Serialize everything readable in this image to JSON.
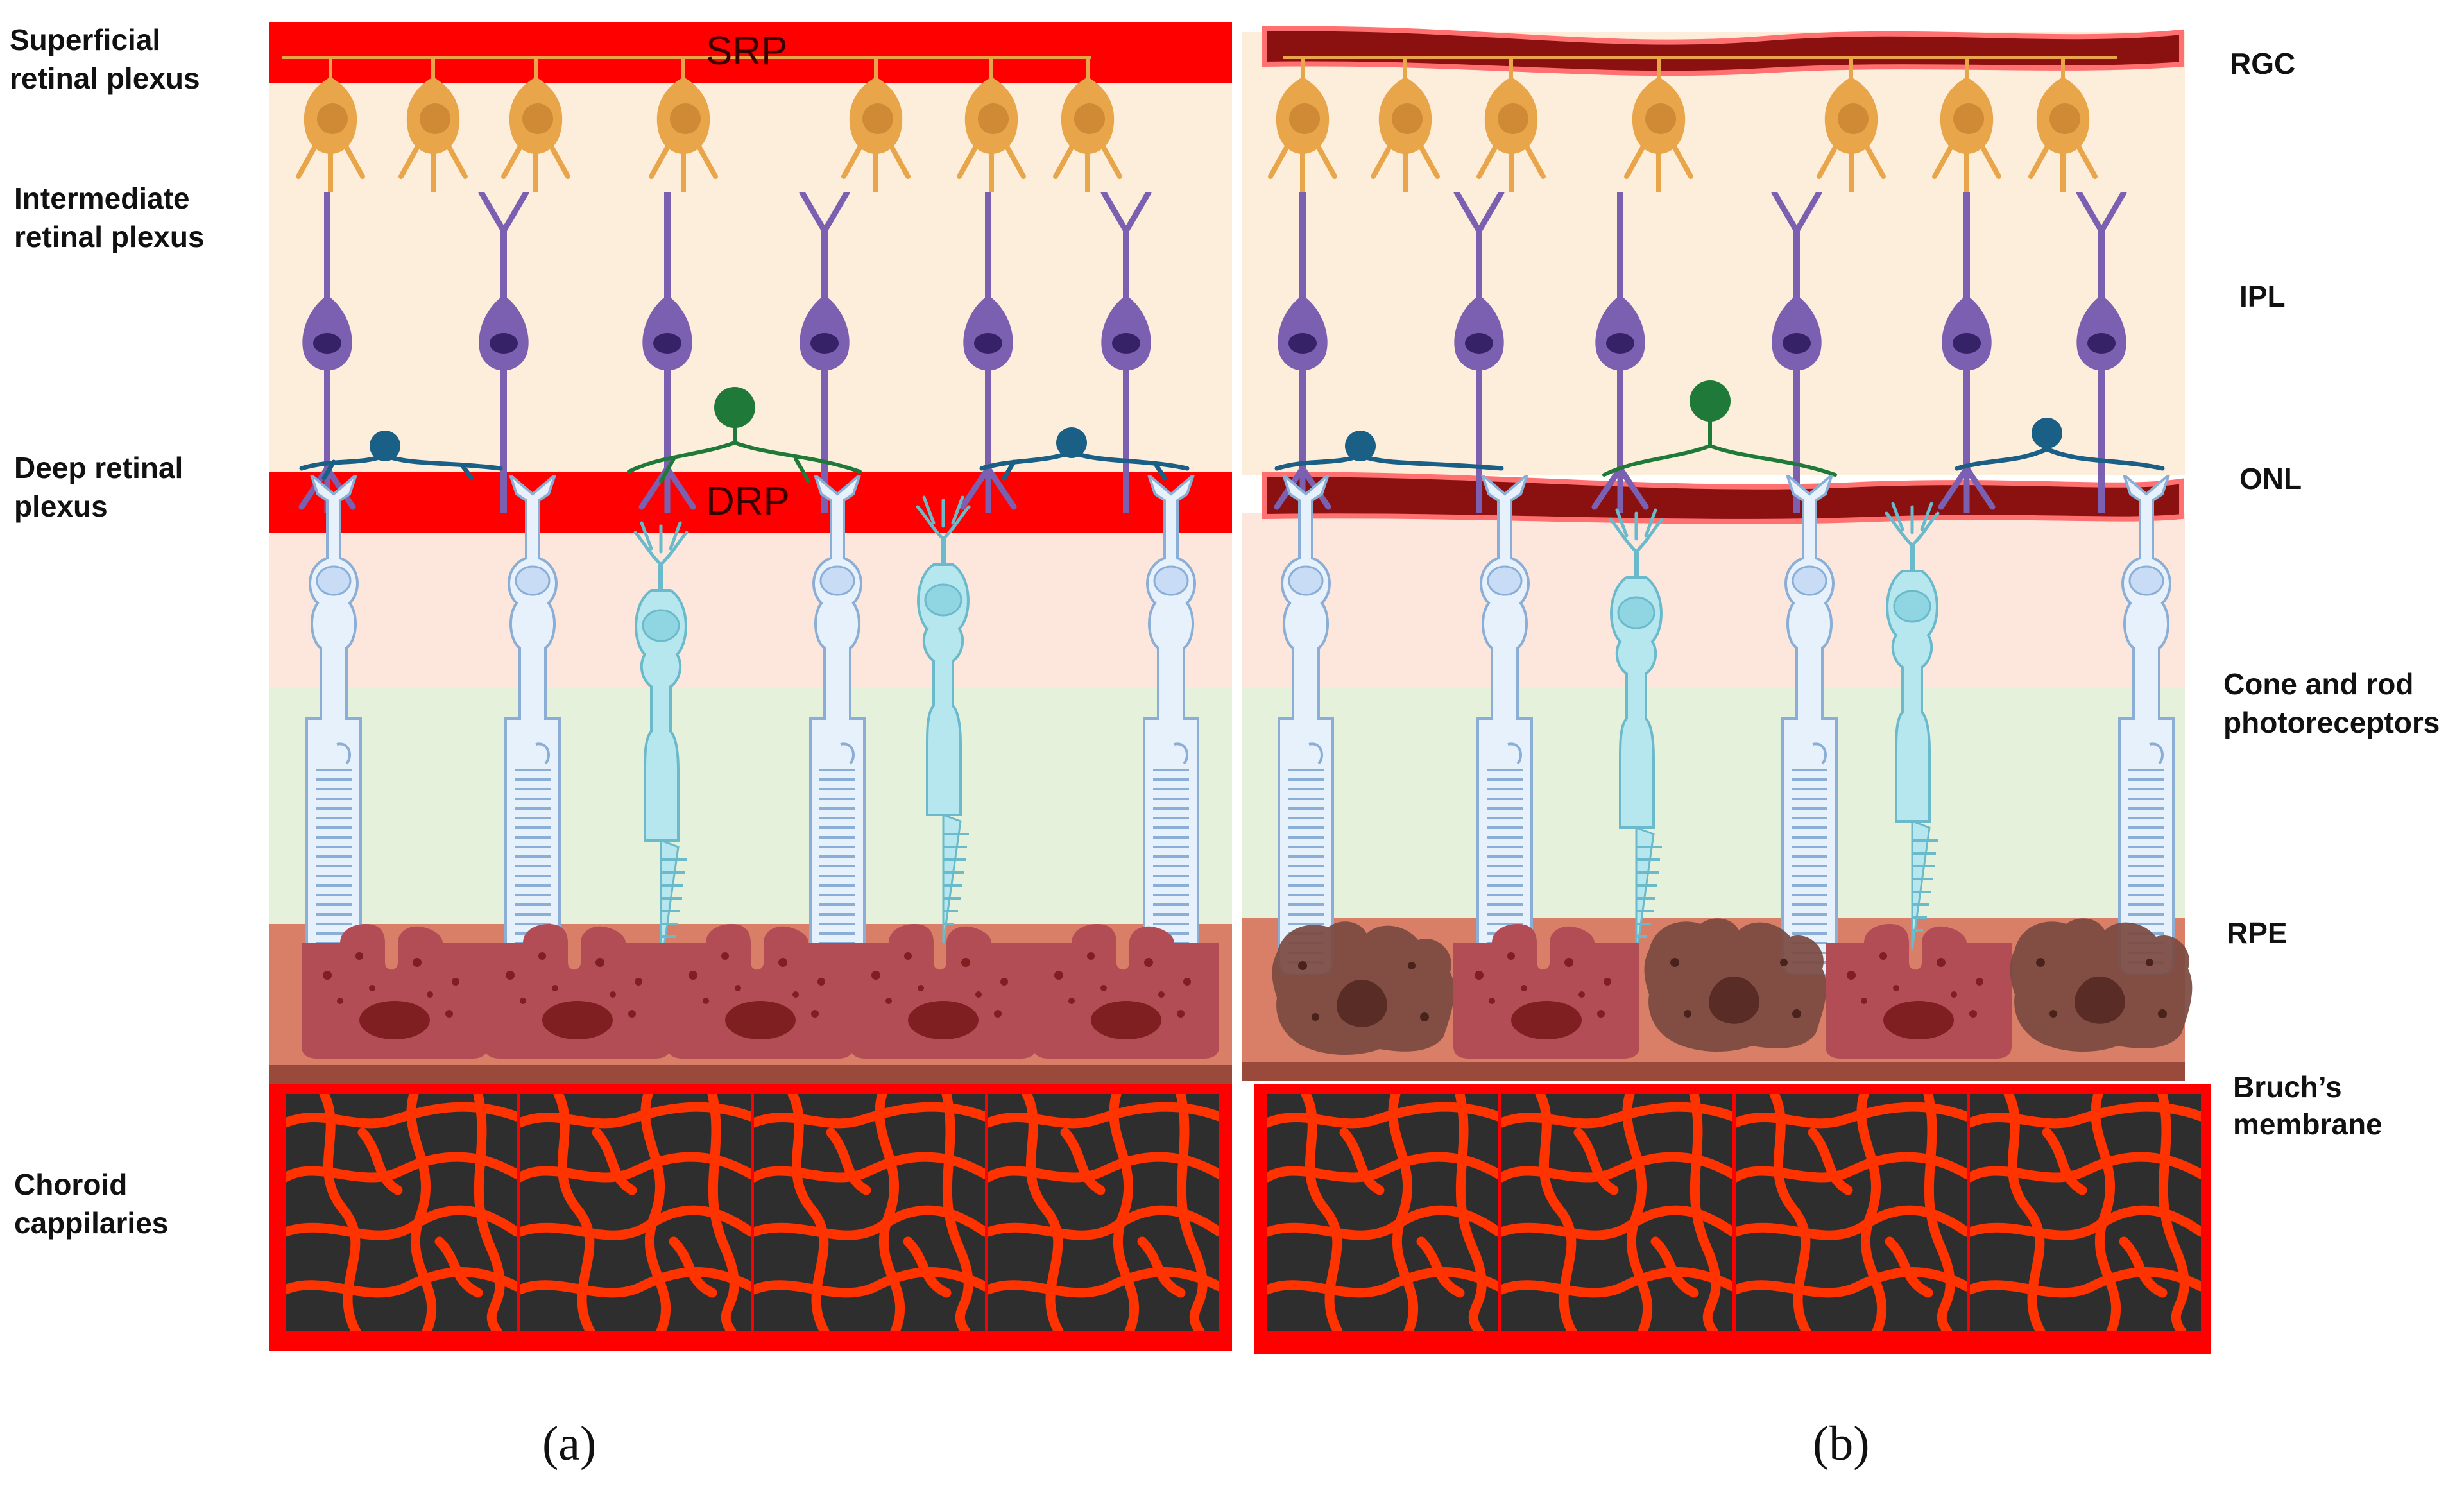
{
  "left_labels": {
    "srp": [
      "Superficial",
      "retinal plexus"
    ],
    "irp": [
      "Intermediate",
      "retinal plexus"
    ],
    "drp": [
      "Deep retinal",
      "plexus"
    ],
    "choroid": [
      "Choroid",
      "cappilaries"
    ]
  },
  "right_labels": {
    "rgc": "RGC",
    "ipl": "IPL",
    "onl": "ONL",
    "photoreceptors": [
      "Cone and rod",
      "photoreceptors"
    ],
    "rpe": "RPE",
    "bruch": [
      "Bruch’s",
      "membrane"
    ]
  },
  "band_labels": {
    "srp": "SRP",
    "drp": "DRP"
  },
  "panel_captions": {
    "a": "(a)",
    "b": "(b)"
  },
  "colors": {
    "vessel_red": "#ff0000",
    "vessel_dark": "#8b1010",
    "ganglion_cell": "#e8a54a",
    "bipolar_cell": "#7b5fb0",
    "horizontal_cell": "#1a5f86",
    "amacrine_cell": "#1f7a3a",
    "cone": "#e6f1fb",
    "rod": "#b6e6ee",
    "rpe_cell": "#b24c55",
    "rpe_degenerated": "#7b4a40",
    "bruch_membrane": "#9a4a3a",
    "choroid_bg": "#2e2e2e",
    "capillary": "#ff3300"
  },
  "icons": [
    "ganglion-cell-icon",
    "bipolar-cell-icon",
    "horizontal-cell-icon",
    "amacrine-cell-icon",
    "cone-photoreceptor-icon",
    "rod-photoreceptor-icon",
    "rpe-cell-icon",
    "capillary-network-icon"
  ]
}
